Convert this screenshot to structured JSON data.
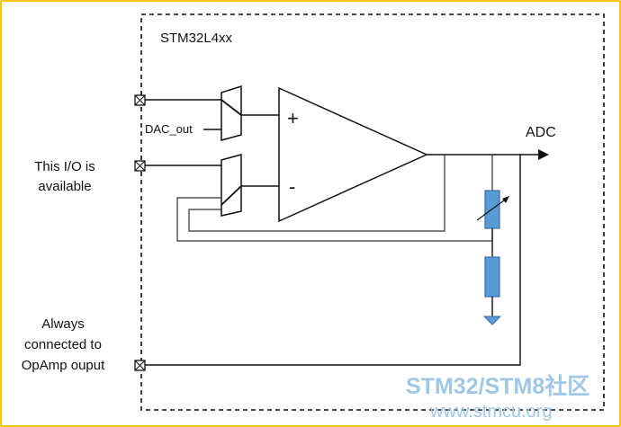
{
  "diagram": {
    "chip_label": "STM32L4xx",
    "dac_label": "DAC_out",
    "plus_sign": "+",
    "minus_sign": "-",
    "output_label": "ADC",
    "io_label": {
      "line1": "This I/O is",
      "line2": "available"
    },
    "always_label": {
      "line1": "Always",
      "line2": "connected to",
      "line3": "OpAmp ouput"
    }
  },
  "watermark": {
    "line1_part1": "STM32",
    "line1_sep": "/",
    "line1_part2": "STM8",
    "line1_part3": "社区",
    "line2": "www.stmcu.org",
    "colors": {
      "main": "#2a8fd0",
      "accent": "#1f5aa8",
      "light": "#9fc7e6"
    }
  },
  "colors": {
    "frame": "#f5c518",
    "lines": "#111111",
    "resistor_fill": "#5b9bd5",
    "resistor_stroke": "#3a6ea5",
    "inner_wire": "#333333"
  }
}
